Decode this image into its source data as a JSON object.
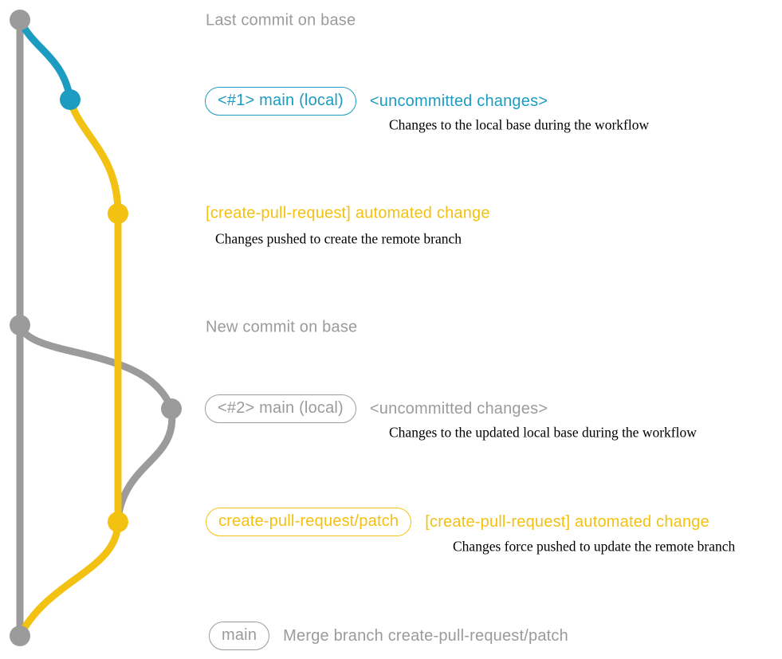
{
  "colors": {
    "gray": "#9b9b9b",
    "blue": "#1b9cc0",
    "yellow": "#f3c111",
    "black": "#000000"
  },
  "graph": {
    "commits": [
      {
        "id": "last-commit-on-base",
        "color": "gray"
      },
      {
        "id": "local-change-1",
        "color": "blue"
      },
      {
        "id": "automated-change-1",
        "color": "yellow"
      },
      {
        "id": "new-commit-on-base",
        "color": "gray"
      },
      {
        "id": "local-change-2",
        "color": "gray"
      },
      {
        "id": "automated-change-2",
        "color": "yellow"
      },
      {
        "id": "merge-commit",
        "color": "gray"
      }
    ]
  },
  "rows": {
    "last_commit": {
      "label": "Last commit on base"
    },
    "row1": {
      "badge": "<#1> main (local)",
      "status": "<uncommitted changes>",
      "caption": "Changes to the local base during the workflow"
    },
    "row2": {
      "title": "[create-pull-request] automated change",
      "caption": "Changes pushed to create the remote branch"
    },
    "new_commit": {
      "label": "New commit on base"
    },
    "row3": {
      "badge": "<#2> main (local)",
      "status": "<uncommitted changes>",
      "caption": "Changes to the updated local base during the workflow"
    },
    "row4": {
      "badge": "create-pull-request/patch",
      "title": "[create-pull-request] automated change",
      "caption": "Changes force pushed to update the remote branch"
    },
    "row5": {
      "badge": "main",
      "text": "Merge branch create-pull-request/patch"
    }
  }
}
